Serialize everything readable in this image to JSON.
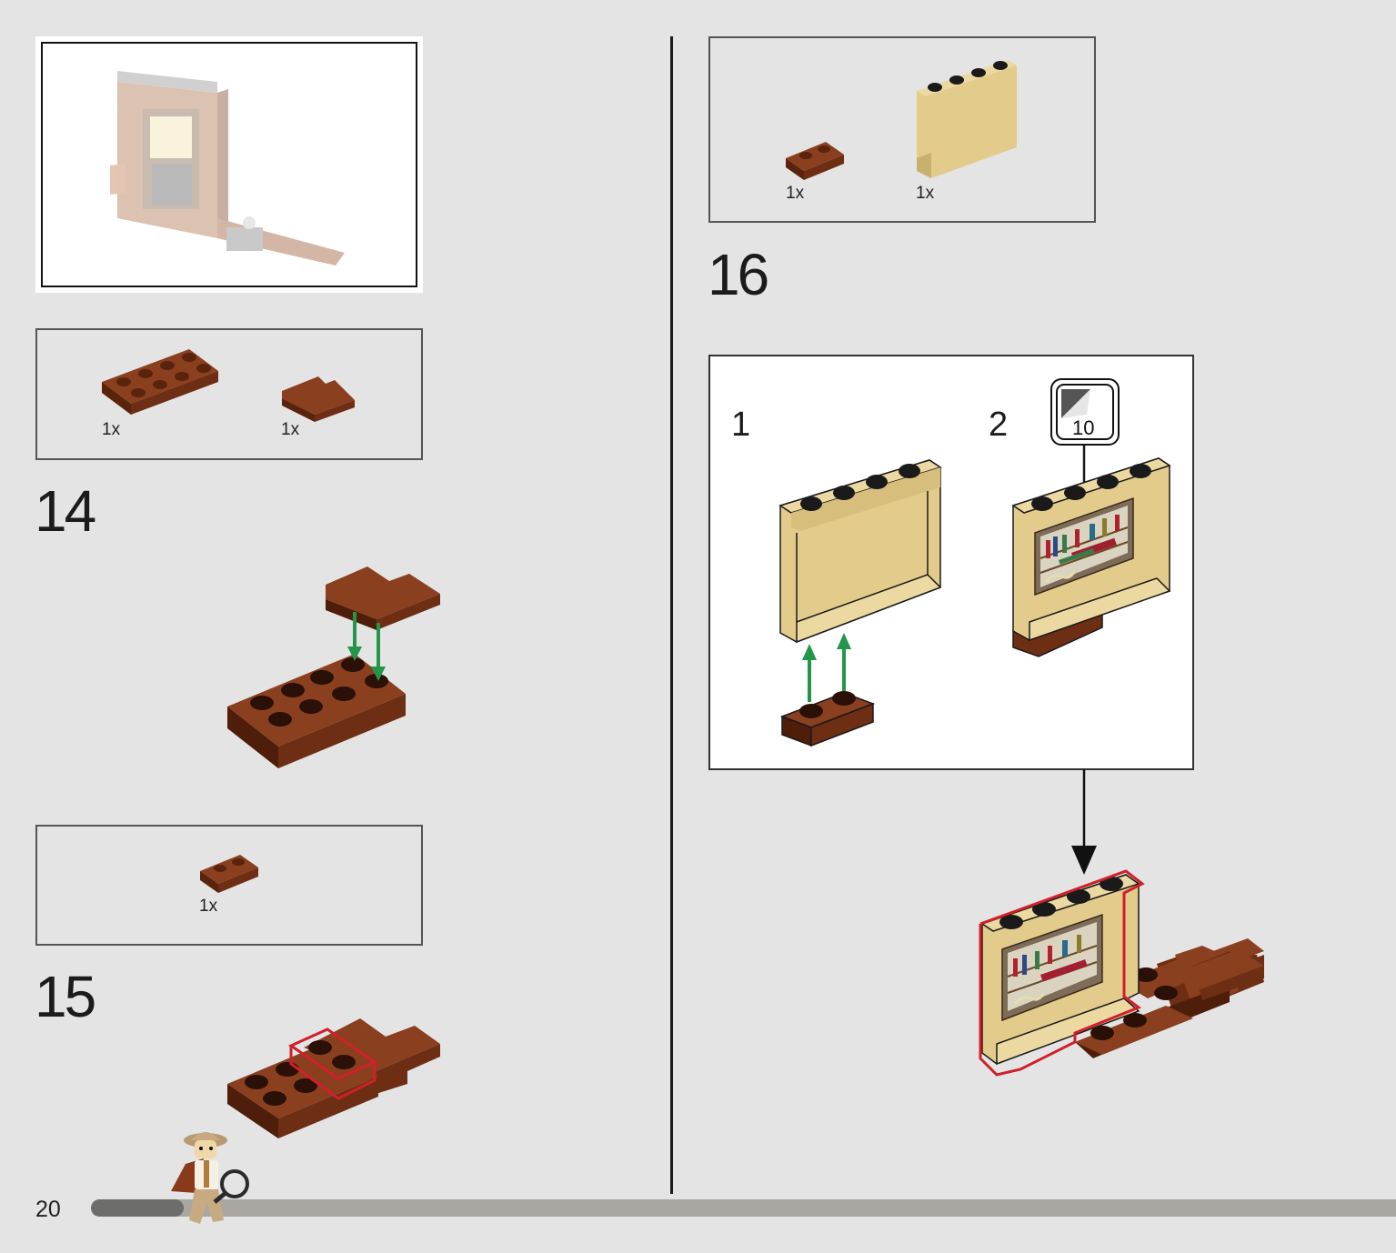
{
  "page": {
    "number": "20",
    "progress_fraction": 0.07
  },
  "steps": [
    {
      "number": "14",
      "parts": [
        {
          "qty": "1x",
          "part": "plate-2x4-reddish-brown"
        },
        {
          "qty": "1x",
          "part": "plate-corner-reddish-brown"
        }
      ]
    },
    {
      "number": "15",
      "parts": [
        {
          "qty": "1x",
          "part": "plate-1x2-reddish-brown"
        }
      ]
    },
    {
      "number": "16",
      "parts": [
        {
          "qty": "1x",
          "part": "plate-1x2-reddish-brown"
        },
        {
          "qty": "1x",
          "part": "panel-1x4x3-tan"
        }
      ],
      "substeps": [
        {
          "number": "1"
        },
        {
          "number": "2",
          "sticker": "10"
        }
      ]
    }
  ],
  "colors": {
    "brown": "#6e2e14",
    "brown_top": "#8a3f1f",
    "brown_dark": "#4e1e0a",
    "tan": "#e2cb8b",
    "tan_light": "#ecd9a2",
    "tan_dark": "#c9b06e",
    "arrow_green": "#23964a",
    "highlight_red": "#d0202a"
  }
}
